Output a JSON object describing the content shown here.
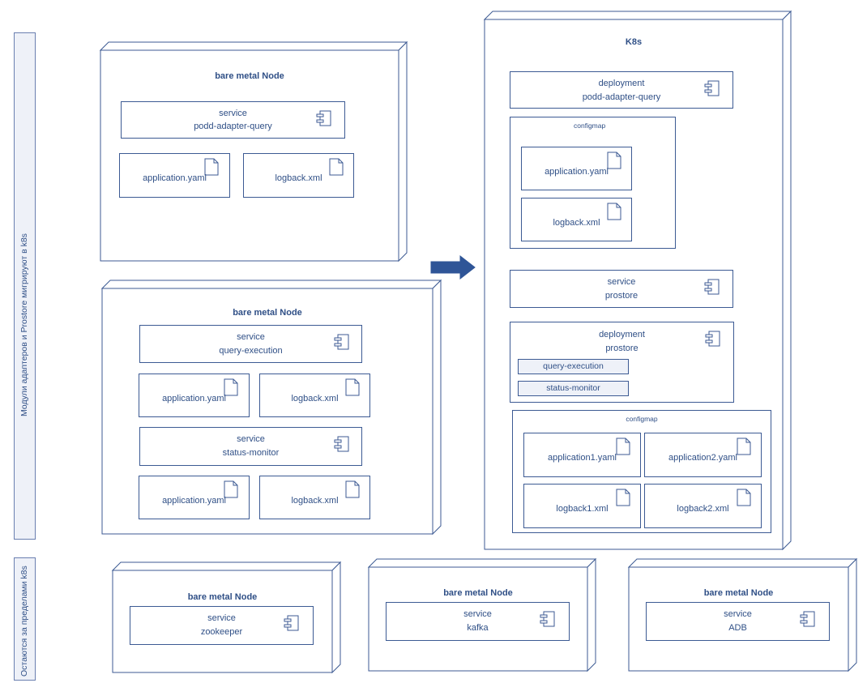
{
  "side_labels": {
    "top": "Модули адаптеров и Prostore мигрируют в k8s",
    "bottom": "Остаются за пределами k8s"
  },
  "node_title": "bare metal Node",
  "k8s_title": "K8s",
  "node1": {
    "service": [
      "service",
      "podd-adapter-query"
    ],
    "files": [
      "application.yaml",
      "logback.xml"
    ]
  },
  "node2": {
    "service1": [
      "service",
      "query-execution"
    ],
    "files1": [
      "application.yaml",
      "logback.xml"
    ],
    "service2": [
      "service",
      "status-monitor"
    ],
    "files2": [
      "application.yaml",
      "logback.xml"
    ]
  },
  "k8s": {
    "deployment1": [
      "deployment",
      "podd-adapter-query"
    ],
    "configmap1": {
      "label": "configmap",
      "files": [
        "application.yaml",
        "logback.xml"
      ]
    },
    "service_prostore": [
      "service",
      "prostore"
    ],
    "deployment2": {
      "lines": [
        "deployment",
        "prostore"
      ],
      "containers": [
        "query-execution",
        "status-monitor"
      ]
    },
    "configmap2": {
      "label": "configmap",
      "files": [
        "application1.yaml",
        "application2.yaml",
        "logback1.xml",
        "logback2.xml"
      ]
    }
  },
  "bottom_nodes": [
    {
      "service": [
        "service",
        "zookeeper"
      ]
    },
    {
      "service": [
        "service",
        "kafka"
      ]
    },
    {
      "service": [
        "service",
        "ADB"
      ]
    }
  ],
  "colors": {
    "stroke": "#3c5a93",
    "text": "#2f4f86",
    "arrow": "#2f5597",
    "band_fill": "#eef1f8"
  }
}
